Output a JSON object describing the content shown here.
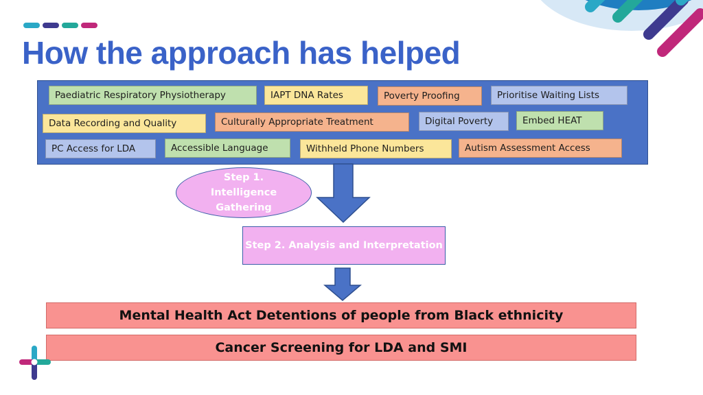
{
  "title": "How the approach has helped",
  "colors": {
    "title": "#3a62c8",
    "panel": "#4a72c6",
    "step_fill": "#f2b1f0",
    "result_fill": "#f99290",
    "arrow": "#4a72c6",
    "dashes": [
      "#2aa8c6",
      "#3e3a8f",
      "#23a89a",
      "#c0287a"
    ]
  },
  "intelligence_items": [
    "Paediatric Respiratory Physiotherapy",
    "IAPT DNA Rates",
    "Poverty Proofing",
    "Prioritise Waiting Lists",
    "Data Recording and Quality",
    "Culturally Appropriate Treatment",
    "Digital Poverty",
    "Embed HEAT",
    "PC Access for LDA",
    "Accessible Language",
    "Withheld Phone Numbers",
    "Autism Assessment Access"
  ],
  "step1_label": "Step 1. Intelligence Gathering",
  "step2_label": "Step 2. Analysis and Interpretation",
  "outcomes": [
    "Mental Health Act Detentions of people from Black ethnicity",
    "Cancer Screening for LDA and SMI"
  ],
  "icons": {
    "brand_top_right": "diagonal-stripes-logo",
    "brand_bottom_left": "plus-cross-logo",
    "title_decoration": "colored-dashes"
  }
}
